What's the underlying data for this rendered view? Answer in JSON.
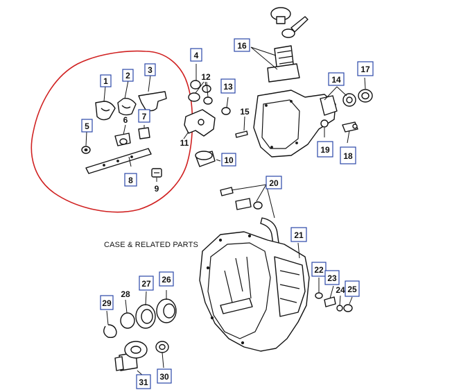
{
  "section_title": "CASE & RELATED PARTS",
  "callouts": {
    "c1": "1",
    "c2": "2",
    "c3": "3",
    "c4": "4",
    "c5": "5",
    "c6": "6",
    "c7": "7",
    "c8": "8",
    "c9": "9",
    "c10": "10",
    "c11": "11",
    "c12": "12",
    "c13": "13",
    "c14": "14",
    "c15": "15",
    "c16": "16",
    "c17": "17",
    "c18": "18",
    "c19": "19",
    "c20": "20",
    "c21": "21",
    "c22": "22",
    "c23": "23",
    "c24": "24",
    "c25": "25",
    "c26": "26",
    "c27": "27",
    "c28": "28",
    "c29": "29",
    "c30": "30",
    "c31": "31"
  },
  "colors": {
    "callout_box": "#2a47a8",
    "highlight_circle": "#d02020",
    "line_art": "#111111"
  }
}
